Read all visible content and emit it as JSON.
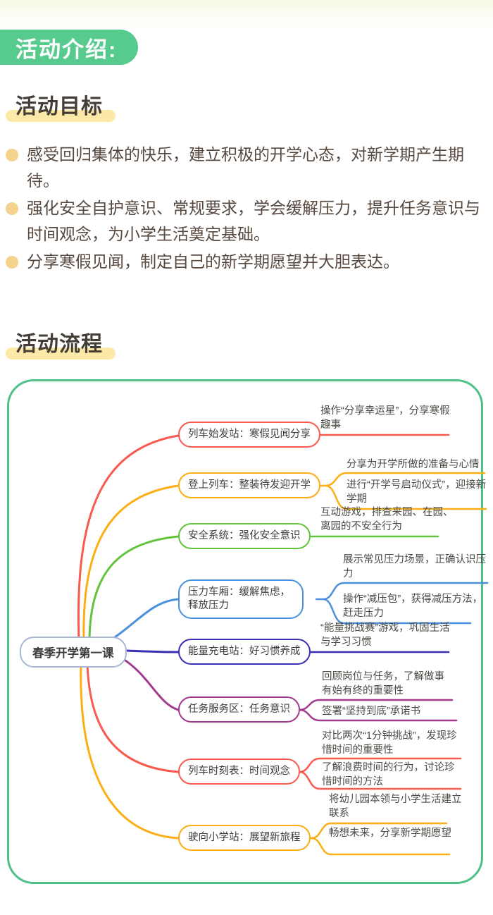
{
  "header": {
    "title": "活动介绍:"
  },
  "sections": {
    "goals": {
      "title": "活动目标",
      "items": [
        "感受回归集体的快乐，建立积极的开学心态，对新学期产生期待。",
        "强化安全自护意识、常规要求，学会缓解压力，提升任务意识与时间观念，为小学生活奠定基础。",
        "分享寒假见闻，制定自己的新学期愿望并大胆表达。"
      ]
    },
    "process": {
      "title": "活动流程"
    }
  },
  "mindmap": {
    "root": {
      "label": "春季开学第一课"
    },
    "branches": [
      {
        "label": "列车始发站：寒假见闻分享",
        "color": "#fa5a4e",
        "leaves": [
          "操作“分享幸运星”，分享寒假趣事"
        ]
      },
      {
        "label": "登上列车：整装待发迎开学",
        "color": "#fcae15",
        "leaves": [
          "分享为开学所做的准备与心情",
          "进行“开学号启动仪式”，迎接新学期"
        ]
      },
      {
        "label": "安全系统：强化安全意识",
        "color": "#61c43a",
        "leaves": [
          "互动游戏，排查来园、在园、离园的不安全行为"
        ]
      },
      {
        "label": "压力车厢：缓解焦虑，释放压力",
        "color": "#4b90dc",
        "leaves": [
          "展示常见压力场景，正确认识压力",
          "操作“减压包”，获得减压方法，赶走压力"
        ]
      },
      {
        "label": "能量充电站：好习惯养成",
        "color": "#3b30b4",
        "leaves": [
          "“能量挑战赛”游戏，巩固生活与学习习惯"
        ]
      },
      {
        "label": "任务服务区：任务意识",
        "color": "#a23a8e",
        "leaves": [
          "回顾岗位与任务，了解做事有始有终的重要性",
          "签署“坚持到底”承诺书"
        ]
      },
      {
        "label": "列车时刻表：时间观念",
        "color": "#fa5a4e",
        "leaves": [
          "对比两次“1分钟挑战”，发现珍惜时间的重要性",
          "了解浪费时间的行为，讨论珍惜时间的方法"
        ]
      },
      {
        "label": "驶向小学站：展望新旅程",
        "color": "#fcae15",
        "leaves": [
          "将幼儿园本领与小学生活建立联系",
          "畅想未来，分享新学期愿望"
        ]
      }
    ]
  },
  "colors": {
    "header_bg": "#57cb8e",
    "heading_highlight": "#fce9a8",
    "bullet_dot": "#f6d28f",
    "map_border": "#4ec189",
    "root_border": "#a8b6d4"
  }
}
